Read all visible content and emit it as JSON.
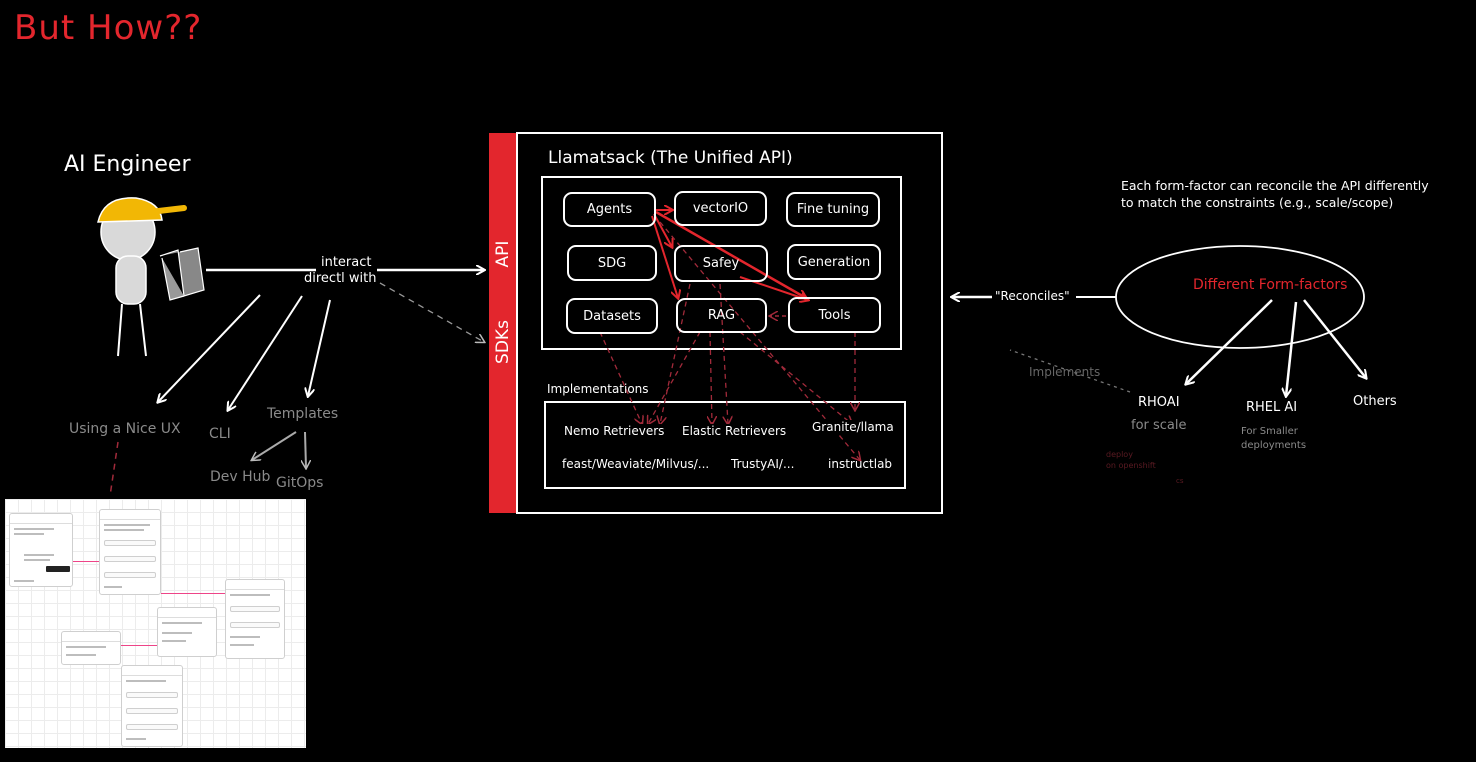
{
  "title": "But How??",
  "persona": {
    "label": "AI Engineer"
  },
  "interaction": {
    "line1": "interact",
    "line2": "directl with"
  },
  "engineer_options": [
    "Using a Nice UX",
    "CLI",
    "Templates"
  ],
  "template_options": [
    "Dev Hub",
    "GitOps"
  ],
  "stack": {
    "api_label": "API",
    "sdks_label": "SDKs",
    "title": "Llamatsack (The Unified API)",
    "apis": [
      "Agents",
      "vectorIO",
      "Fine tuning",
      "SDG",
      "Safey",
      "Generation",
      "Datasets",
      "RAG",
      "Tools"
    ],
    "implementations_label": "Implementations",
    "implementations": [
      "Nemo Retrievers",
      "Elastic Retrievers",
      "Granite/llama",
      "feast/Weaviate/Milvus/...",
      "TrustyAI/...",
      "instructlab"
    ]
  },
  "form_factors": {
    "note_line1": "Each form-factor can reconcile the API differently",
    "note_line2": "to match the constraints (e.g., scale/scope)",
    "ellipse_label": "Different Form-factors",
    "reconciles_label": "\"Reconciles\"",
    "implements_label": "Implements",
    "rhoai": {
      "name": "RHOAI",
      "desc": "for scale"
    },
    "rhelai": {
      "name": "RHEL AI",
      "desc_line1": "For Smaller",
      "desc_line2": "deployments"
    },
    "others": "Others",
    "faint_note_line1": "deploy",
    "faint_note_line2": "on openshift",
    "faint_note_line3": "cs"
  },
  "colors": {
    "accent_red": "#e3262d",
    "background": "#000000",
    "dashed_red": "#b0243a"
  }
}
